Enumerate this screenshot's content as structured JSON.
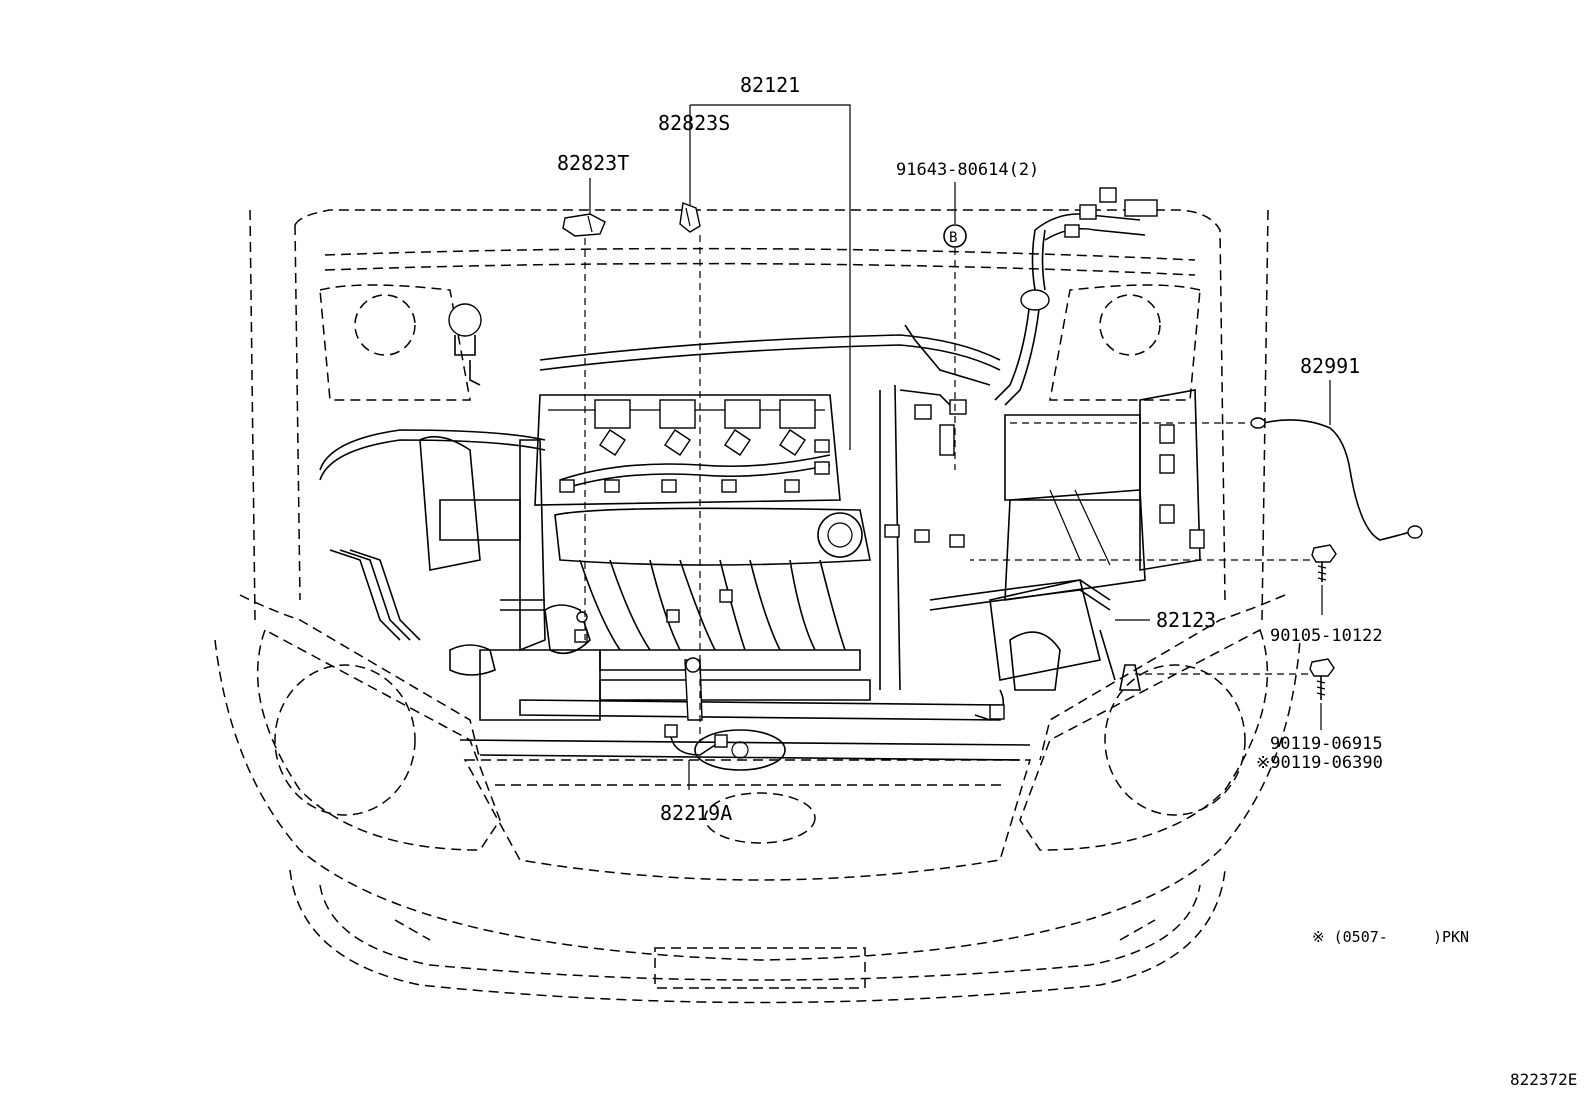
{
  "callouts": [
    {
      "id": "p82121",
      "text": "82121"
    },
    {
      "id": "p82823S",
      "text": "82823S"
    },
    {
      "id": "p82823T",
      "text": "82823T"
    },
    {
      "id": "p91643",
      "text": "91643-80614(2)"
    },
    {
      "id": "pB",
      "text": "B"
    },
    {
      "id": "p82991",
      "text": "82991"
    },
    {
      "id": "p82123",
      "text": "82123"
    },
    {
      "id": "p90105",
      "text": "90105-10122"
    },
    {
      "id": "p90119a",
      "text": "90119-06915"
    },
    {
      "id": "p90119b",
      "text": "※90119-06390"
    },
    {
      "id": "p82219A",
      "text": "82219A"
    }
  ],
  "footnote": "※ (0507-     )PKN",
  "diagram_code": "822372E"
}
